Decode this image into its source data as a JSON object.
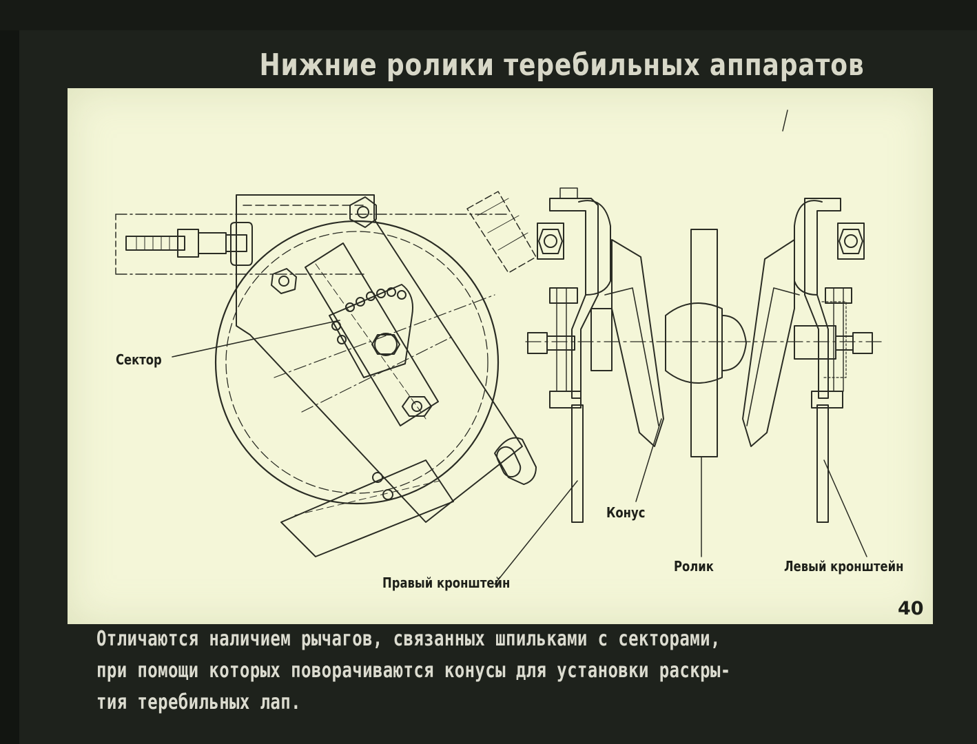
{
  "title": "Нижние ролики теребильных аппаратов",
  "labels": {
    "sector": "Сектор",
    "cone": "Конус",
    "roller": "Ролик",
    "right_bracket": "Правый кронштейн",
    "left_bracket": "Левый кронштейн"
  },
  "page_number": "40",
  "caption": {
    "lines": [
      "Отличаются наличием рычагов, связанных шпильками с секторами,",
      "при помощи которых поворачиваются конусы для установки раскры-",
      "тия теребильных лап."
    ]
  },
  "colors": {
    "background": "#1e221c",
    "panel": "#f4f6d8",
    "ink": "#1e201a",
    "title_text": "#d8d8c8"
  }
}
